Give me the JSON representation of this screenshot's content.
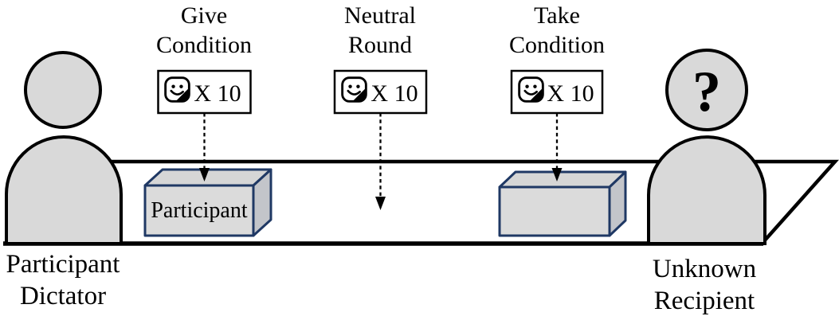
{
  "figure": {
    "colors": {
      "outline": "#000000",
      "figure_fill": "#d9d9d9",
      "box_outline": "#1f3864",
      "box_front_fill": "#dbdbdb",
      "box_top_fill": "#d6d6d6",
      "box_side_fill": "#c3c5ca",
      "card_fill": "#ffffff",
      "text_color": "#000000"
    },
    "conditions": [
      {
        "id": "give",
        "title_line1": "Give",
        "title_line2": "Condition",
        "sticker_icon": "smiley-sticker-icon",
        "sticker_count_label": "X 10"
      },
      {
        "id": "neutral",
        "title_line1": "Neutral",
        "title_line2": "Round",
        "sticker_icon": "smiley-sticker-icon",
        "sticker_count_label": "X 10"
      },
      {
        "id": "take",
        "title_line1": "Take",
        "title_line2": "Condition",
        "sticker_icon": "smiley-sticker-icon",
        "sticker_count_label": "X 10"
      }
    ],
    "dictator": {
      "label_line1": "Participant",
      "label_line2": "Dictator"
    },
    "recipient": {
      "label_line1": "Unknown",
      "label_line2": "Recipient",
      "head_symbol": "?"
    },
    "dictator_box_label": "Participant"
  }
}
